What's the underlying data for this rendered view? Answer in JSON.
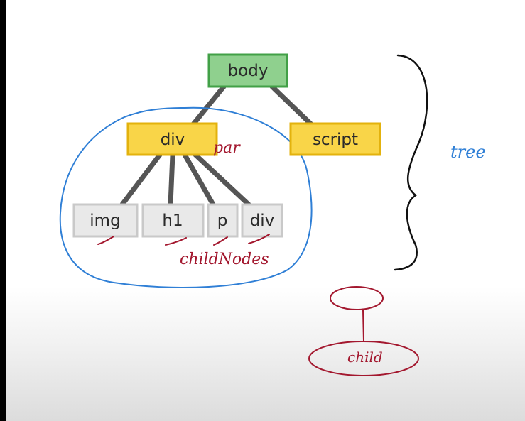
{
  "nodes": {
    "body": "body",
    "div": "div",
    "script": "script",
    "img": "img",
    "h1": "h1",
    "p": "p",
    "div2": "div"
  },
  "annotations": {
    "parent": "par",
    "child_nodes": "childNodes",
    "tree": "tree",
    "child": "child"
  },
  "colors": {
    "root_fill": "#8fd08e",
    "root_border": "#42a047",
    "parent_fill": "#f9d548",
    "parent_border": "#e3b20d",
    "leaf_fill": "#e9e9e9",
    "leaf_border": "#c9c9c9",
    "edge": "#555555",
    "ink_red": "#a3172e",
    "ink_blue": "#2f7fd6",
    "ink_black": "#111111"
  }
}
